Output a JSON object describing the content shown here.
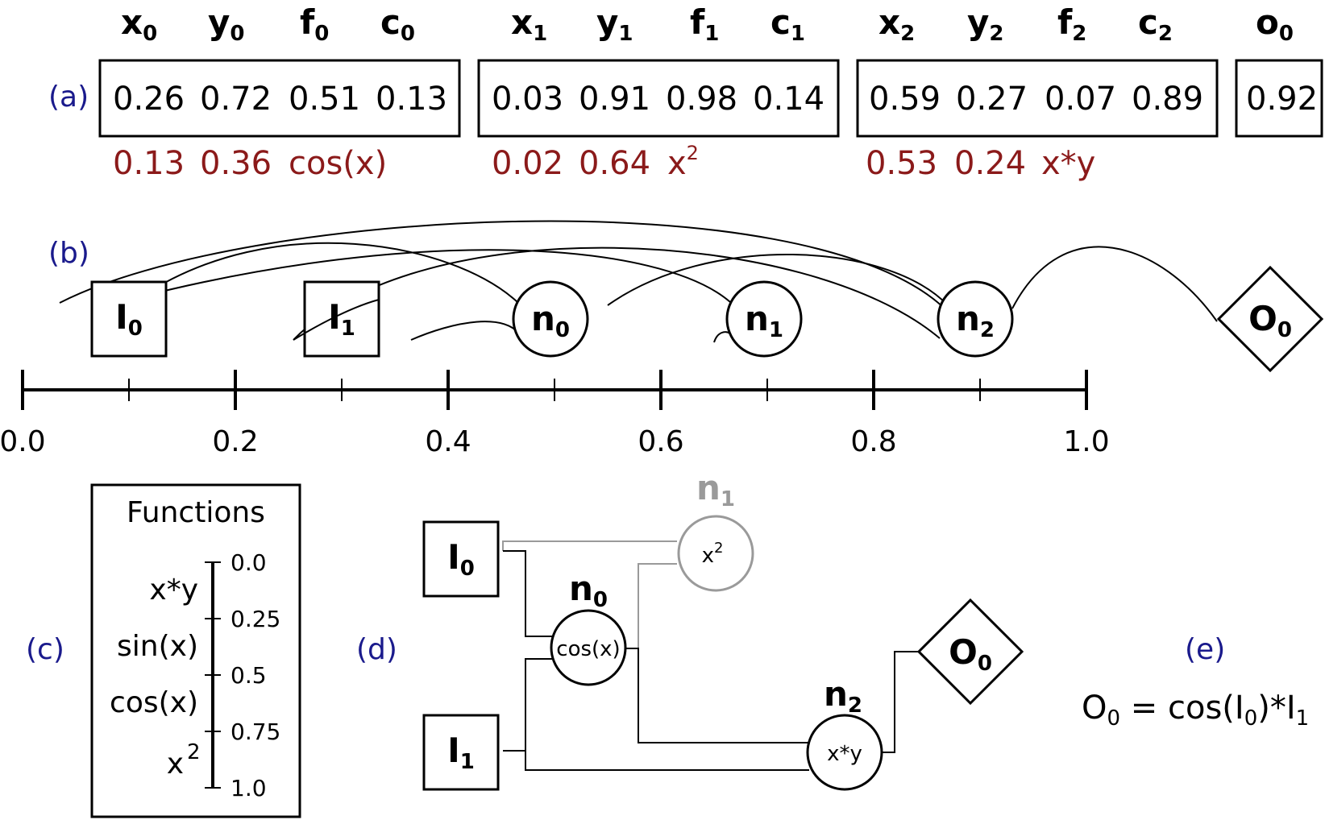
{
  "panel_labels": {
    "a": "(a)",
    "b": "(b)",
    "c": "(c)",
    "d": "(d)",
    "e": "(e)"
  },
  "genome": {
    "genes": [
      {
        "headers": [
          [
            "x",
            "0"
          ],
          [
            "y",
            "0"
          ],
          [
            "f",
            "0"
          ],
          [
            "c",
            "0"
          ]
        ],
        "values": [
          "0.26",
          "0.72",
          "0.51",
          "0.13"
        ],
        "decoded": [
          "0.13",
          "0.36",
          "cos(x)"
        ]
      },
      {
        "headers": [
          [
            "x",
            "1"
          ],
          [
            "y",
            "1"
          ],
          [
            "f",
            "1"
          ],
          [
            "c",
            "1"
          ]
        ],
        "values": [
          "0.03",
          "0.91",
          "0.98",
          "0.14"
        ],
        "decoded": [
          "0.02",
          "0.64",
          "x"
        ],
        "decoded_sup": "2"
      },
      {
        "headers": [
          [
            "x",
            "2"
          ],
          [
            "y",
            "2"
          ],
          [
            "f",
            "2"
          ],
          [
            "c",
            "2"
          ]
        ],
        "values": [
          "0.59",
          "0.27",
          "0.07",
          "0.89"
        ],
        "decoded": [
          "0.53",
          "0.24",
          "x*y"
        ]
      }
    ],
    "output_gene": {
      "header": [
        "o",
        "0"
      ],
      "value": "0.92"
    }
  },
  "layout_b": {
    "inputs": [
      [
        "I",
        "0"
      ],
      [
        "I",
        "1"
      ]
    ],
    "nodes": [
      [
        "n",
        "0"
      ],
      [
        "n",
        "1"
      ],
      [
        "n",
        "2"
      ]
    ],
    "output": [
      "O",
      "0"
    ],
    "axis_ticks": [
      "0.0",
      "0.2",
      "0.4",
      "0.6",
      "0.8",
      "1.0"
    ]
  },
  "functions_legend": {
    "title": "Functions",
    "functions": [
      "x*y",
      "sin(x)",
      "cos(x)",
      "x"
    ],
    "last_sup": "2",
    "ticks": [
      "0.0",
      "0.25",
      "0.5",
      "0.75",
      "1.0"
    ]
  },
  "graph_d": {
    "inputs": [
      [
        "I",
        "0"
      ],
      [
        "I",
        "1"
      ]
    ],
    "node0": {
      "name": [
        "n",
        "0"
      ],
      "func": "cos(x)"
    },
    "node1": {
      "name": [
        "n",
        "1"
      ],
      "func": "x",
      "sup": "2",
      "inactive": true
    },
    "node2": {
      "name": [
        "n",
        "2"
      ],
      "func": "x*y"
    },
    "output": [
      "O",
      "0"
    ]
  },
  "equation": {
    "lhs": "O",
    "lhs_sub": "0",
    "eq": " = cos(I",
    "arg_sub": "0",
    "tail": ")*I",
    "tail_sub": "1"
  }
}
